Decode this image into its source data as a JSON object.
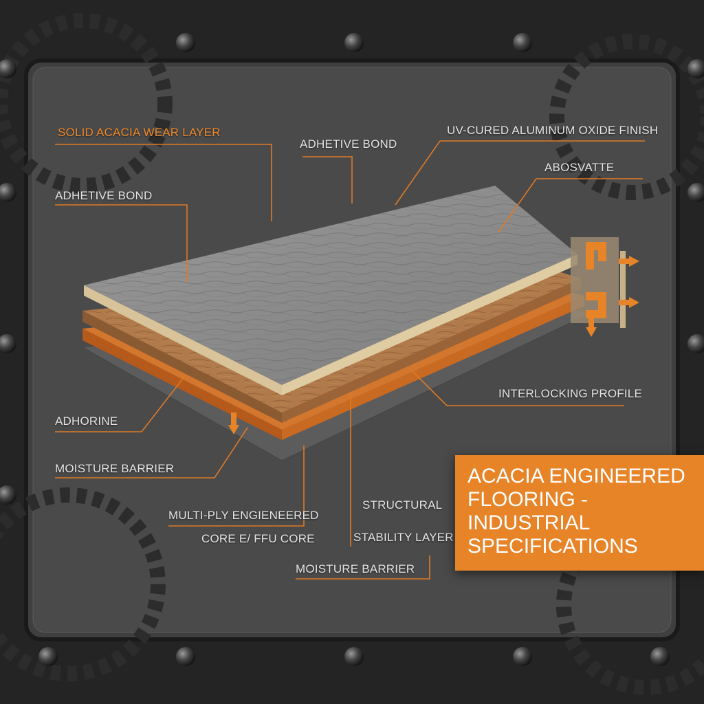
{
  "title": "ACACIA ENGINEERED FLOORING - INDUSTRIAL SPECIFICATIONS",
  "labels": {
    "solid_acacia_wear_layer": "SOLID ACACIA WEAR LAYER",
    "adhetive_bond_top": "ADHETIVE BOND",
    "uv_cured_finish": "UV-CURED ALUMINUM OXIDE FINISH",
    "abosvatte": "ABOSVATTE",
    "adhetive_bond_left": "ADHETIVE BOND",
    "interlocking_profile": "INTERLOCKING PROFILE",
    "adhorine": "ADHORINE",
    "moisture_barrier_left": "MOISTURE BARRIER",
    "multi_ply_line1": "MULTI-PLY ENGIENEERED",
    "multi_ply_line2": "CORE E/ FFU CORE",
    "structural": "STRUCTURAL",
    "stability_layer": "STABILITY LAYER",
    "moisture_barrier_bottom": "MOISTURE BARRIER"
  },
  "colors": {
    "accent": "#e88428",
    "leader_line": "#e07a24",
    "metal_dark": "#2a2a2a",
    "wood_light": "#b07a4a",
    "wood_dark": "#7a4e2c",
    "wear_layer_grey": "#8e8e8e"
  },
  "icons": [
    "rivet-icon",
    "gear-icon",
    "arrow-icon"
  ]
}
